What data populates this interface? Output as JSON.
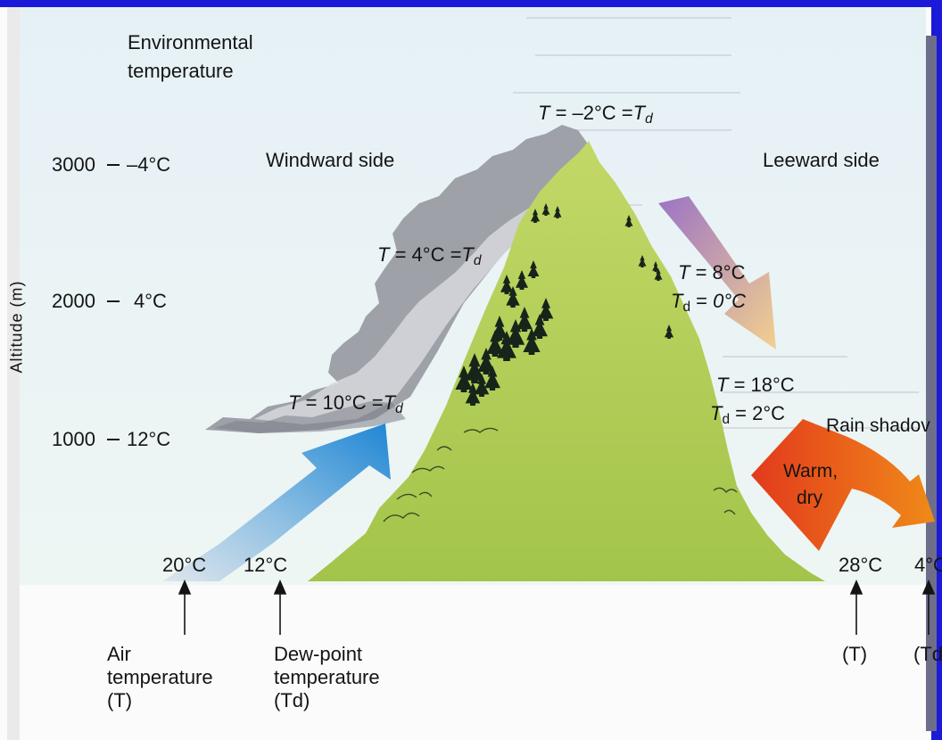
{
  "colors": {
    "slide_border": "#1a1ad8",
    "sky": "#e3f0f6",
    "mountain": "#a9c94a",
    "cloud": "#9c9fa8",
    "windward_arrow": "#2e8fd6",
    "leeward_arrow_top": "#a27ec9",
    "leeward_arrow_bottom": "#efc78d",
    "warm_arrow": "#e6461c",
    "trees": "#16241a"
  },
  "left_axis": {
    "title": "Altitude (m)",
    "env_temp_title": [
      "Environmental",
      "temperature"
    ],
    "ticks": [
      {
        "altitude": "3000",
        "temp": "–4°C"
      },
      {
        "altitude": "2000",
        "temp": "4°C"
      },
      {
        "altitude": "1000",
        "temp": "12°C"
      }
    ]
  },
  "windward": {
    "title": "Windward side",
    "air_temp_base": "20°C",
    "dew_point_base": "12°C",
    "at_1000": {
      "T": "10°C",
      "Td": "T"
    },
    "at_2000": {
      "T": "4°C",
      "Td": "T"
    }
  },
  "summit": {
    "T": "–2°C",
    "Td": "T"
  },
  "leeward": {
    "title": "Leeward side",
    "upper": {
      "T": "8°C",
      "Td": "0°C"
    },
    "lower": {
      "T": "18°C",
      "Td": "2°C"
    },
    "rain_shadow": "Rain shadov",
    "warm_dry": [
      "Warm,",
      "dry"
    ],
    "base_T": "28°C",
    "base_Td": "4°C"
  },
  "bottom_labels": {
    "air_temp": [
      "Air",
      "temperature",
      "(T)"
    ],
    "dew_point": [
      "Dew-point",
      "temperature",
      "(Td)"
    ],
    "right_T": "(T)",
    "right_Td": "(Td)"
  }
}
